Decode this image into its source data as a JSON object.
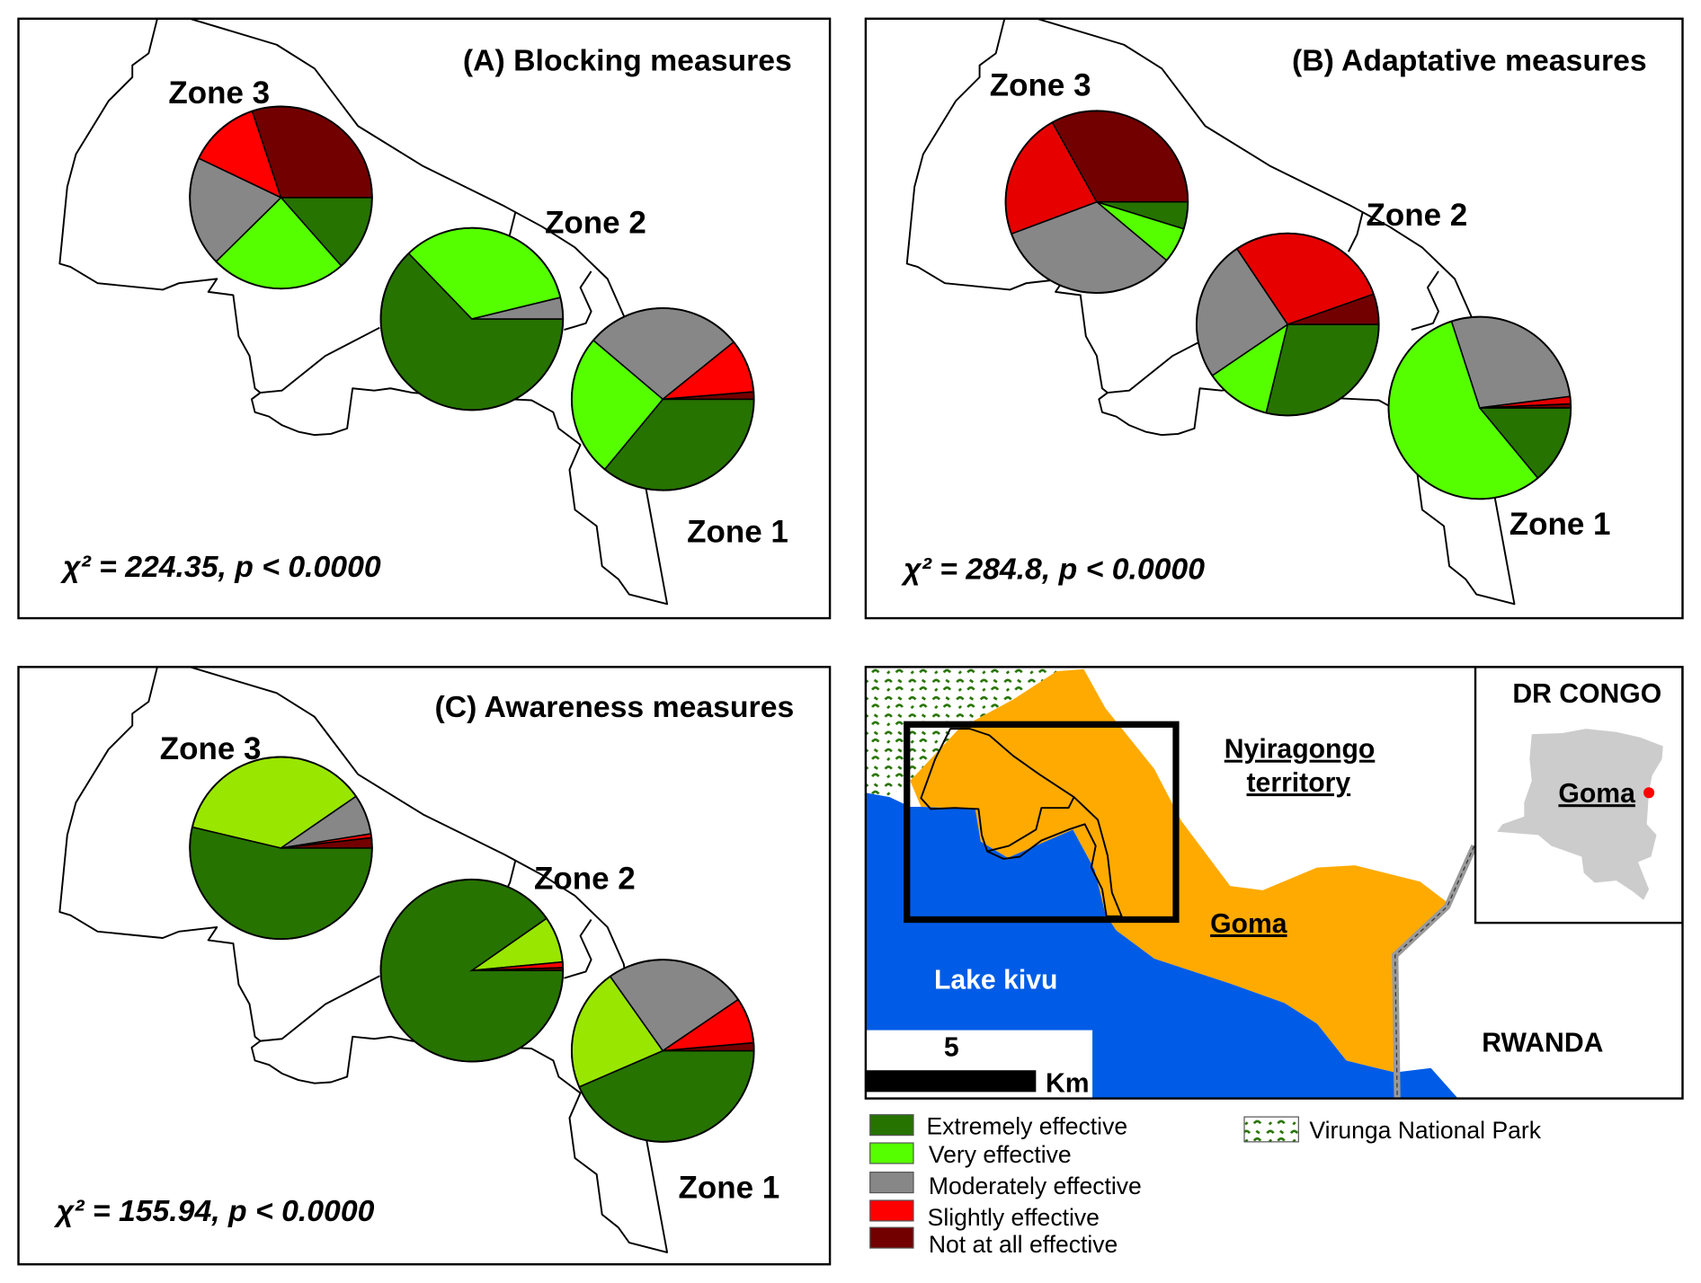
{
  "categories": [
    "Extremely effective",
    "Very effective",
    "Moderately effective",
    "Slightly effective",
    "Not at all effective"
  ],
  "colors": {
    "extremely": "#267300",
    "very": "#55ff00",
    "very_awareness": "#99e600",
    "moderately": "#878787",
    "slightly": "#ff0000",
    "not_at_all": "#730000",
    "lake": "#005ce6",
    "goma": "#ffaa00"
  },
  "chart_data": [
    {
      "type": "pie",
      "title": "(A) Blocking measures",
      "annotation": "χ² = 224.35, p < 0.0000",
      "zones": [
        {
          "label": "Zone 3",
          "values": [
            0.135,
            0.241,
            0.195,
            0.128,
            0.301
          ]
        },
        {
          "label": "Zone 2",
          "values": [
            0.628,
            0.334,
            0.038,
            0.0,
            0.0
          ]
        },
        {
          "label": "Zone 1",
          "values": [
            0.36,
            0.252,
            0.28,
            0.095,
            0.013
          ]
        }
      ]
    },
    {
      "type": "pie",
      "title": "(B) Adaptative measures",
      "annotation": "χ² = 284.8, p < 0.0000",
      "zones": [
        {
          "label": "Zone 3",
          "values": [
            0.048,
            0.063,
            0.332,
            0.226,
            0.331
          ]
        },
        {
          "label": "Zone 2",
          "values": [
            0.288,
            0.117,
            0.251,
            0.29,
            0.054
          ]
        },
        {
          "label": "Zone 1",
          "values": [
            0.14,
            0.56,
            0.28,
            0.013,
            0.007
          ]
        }
      ]
    },
    {
      "type": "pie",
      "title": "(C) Awareness measures",
      "annotation": "χ² = 155.94, p < 0.0000",
      "zones": [
        {
          "label": "Zone 3",
          "values": [
            0.537,
            0.367,
            0.071,
            0.007,
            0.018
          ]
        },
        {
          "label": "Zone 2",
          "values": [
            0.903,
            0.082,
            0.0,
            0.01,
            0.005
          ]
        },
        {
          "label": "Zone 1",
          "values": [
            0.435,
            0.217,
            0.253,
            0.081,
            0.014
          ]
        }
      ]
    }
  ],
  "location_map": {
    "territory_line1": "Nyiragongo",
    "territory_line2": "territory",
    "city": "Goma",
    "lake": "Lake kivu",
    "country_east": "RWANDA",
    "inset_title": "DR CONGO",
    "inset_city": "Goma",
    "scale_value": "5",
    "scale_unit": "Km"
  },
  "legend": {
    "items": [
      "Extremely effective",
      "Very effective",
      "Moderately effective",
      "Slightly effective",
      "Not at all effective"
    ],
    "park": "Virunga National Park"
  }
}
